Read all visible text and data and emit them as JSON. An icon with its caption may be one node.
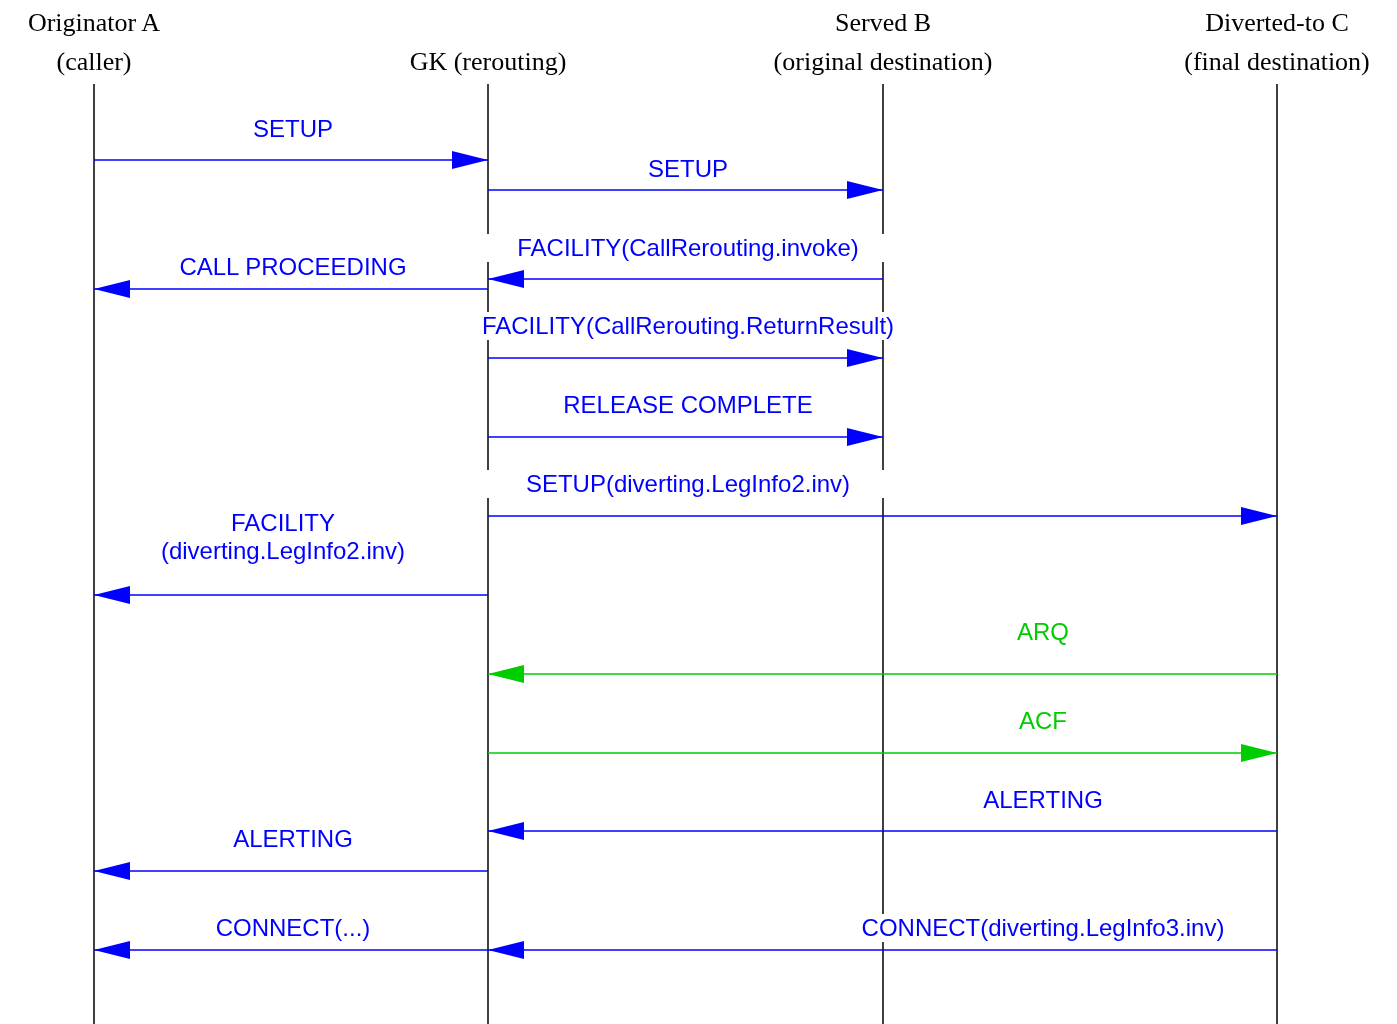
{
  "diagram": {
    "nodes": [
      {
        "text": [
          "Originator A (caller)"
        ]
      },
      {
        "text": [
          "GK (rerouting)"
        ]
      },
      {
        "text": [
          "Served B (original destination)"
        ]
      },
      {
        "text": [
          "Diverted-to C (final destination)"
        ]
      }
    ],
    "edges": [
      {
        "from": 0,
        "to": 1,
        "arrow": "to",
        "label": "SETUP"
      },
      {
        "from": 1,
        "to": 2,
        "arrow": "to",
        "label": "SETUP"
      },
      {
        "from": 2,
        "to": 1,
        "arrow": "to",
        "label": "FACILITY(CallRerouting.invoke)"
      },
      {
        "from": 1,
        "to": 0,
        "arrow": "to",
        "label": "CALL PROCEEDING"
      },
      {
        "from": 1,
        "to": 2,
        "arrow": "to",
        "label": "FACILITY(CallRerouting.ReturnResult)"
      },
      {
        "from": 1,
        "to": 2,
        "arrow": "to",
        "label": "RELEASE COMPLETE"
      },
      {
        "from": 1,
        "to": 3,
        "arrow": "to",
        "label": "SETUP(diverting.LegInfo2.inv)"
      },
      {
        "from": 1,
        "to": 0,
        "arrow": "to",
        "label": "FACILITY (diverting.LegInfo2.inv)"
      },
      {
        "from": 3,
        "to": 1,
        "arrow": "to",
        "label": "ARQ",
        "color": "#00cc00"
      },
      {
        "from": 1,
        "to": 3,
        "arrow": "to",
        "label": "ACF",
        "color": "#00cc00"
      },
      {
        "from": 3,
        "to": 1,
        "arrow": "to",
        "label": "ALERTING"
      },
      {
        "from": 1,
        "to": 0,
        "arrow": "to",
        "label": "ALERTING"
      },
      {
        "from": 1,
        "to": 0,
        "arrow": "to",
        "label": "CONNECT(...)"
      },
      {
        "from": 3,
        "to": 1,
        "arrow": "to",
        "label": "CONNECT(diverting.LegInfo3.inv)"
      }
    ]
  }
}
